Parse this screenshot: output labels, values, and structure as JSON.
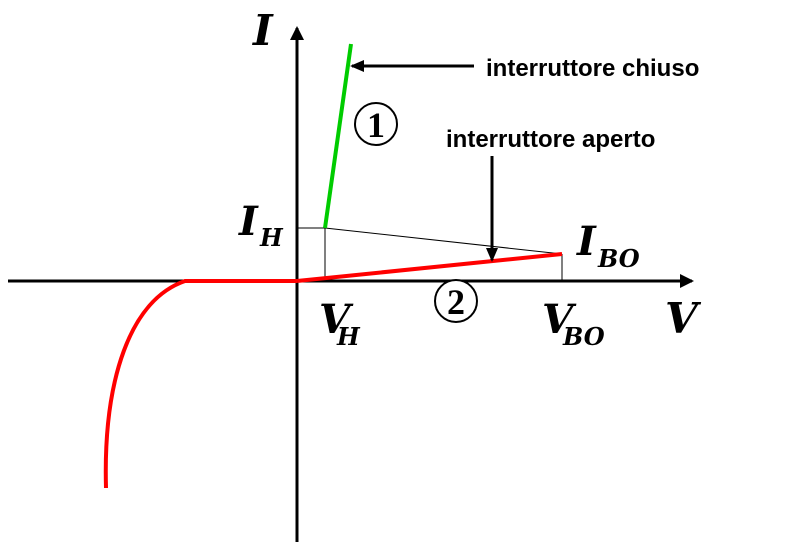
{
  "labels": {
    "current_axis": "I",
    "voltage_axis": "V",
    "holding_current_main": "I",
    "holding_current_sub": "H",
    "breakover_current_main": "I",
    "breakover_current_sub": "BO",
    "holding_voltage_main": "V",
    "holding_voltage_sub": "H",
    "breakover_voltage_main": "V",
    "breakover_voltage_sub": "BO"
  },
  "regions": {
    "closed_number": "1",
    "open_number": "2"
  },
  "annotations": {
    "closed_switch": "interruttore chiuso",
    "open_switch": "interruttore aperto"
  },
  "colors": {
    "axes": "#000000",
    "closed_curve": "#00cc00",
    "open_curve": "#ff0000",
    "reverse_curve": "#ff0000",
    "guide_lines": "#000000"
  }
}
